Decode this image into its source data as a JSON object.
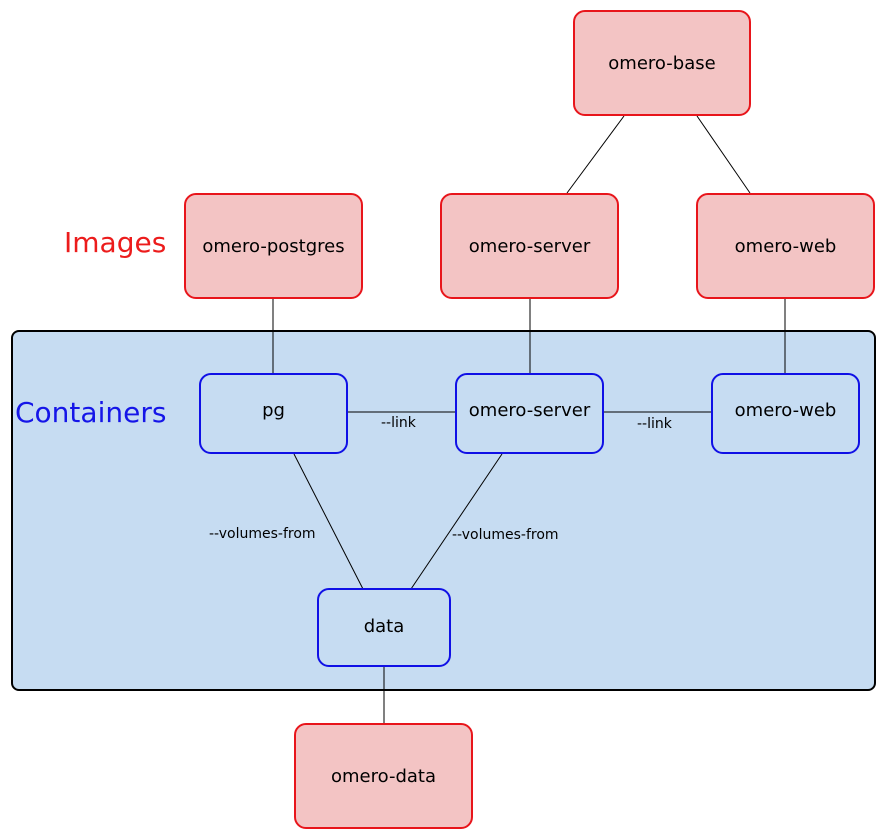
{
  "labels": {
    "images": "Images",
    "containers": "Containers"
  },
  "image_nodes": {
    "omero_base": "omero-base",
    "omero_postgres": "omero-postgres",
    "omero_server": "omero-server",
    "omero_web": "omero-web",
    "omero_data": "omero-data"
  },
  "container_nodes": {
    "pg": "pg",
    "omero_server": "omero-server",
    "omero_web": "omero-web",
    "data": "data"
  },
  "edge_labels": {
    "pg_to_server_link": "--link",
    "server_to_web_link": "--link",
    "pg_volumes_from": "--volumes-from",
    "server_volumes_from": "--volumes-from"
  },
  "colors": {
    "image_fill": "#f3c4c4",
    "image_border": "#e8151b",
    "container_fill": "#c6dcf2",
    "container_border": "#1010e6",
    "images_label": "#ec1c1c",
    "containers_label": "#1515e8"
  }
}
